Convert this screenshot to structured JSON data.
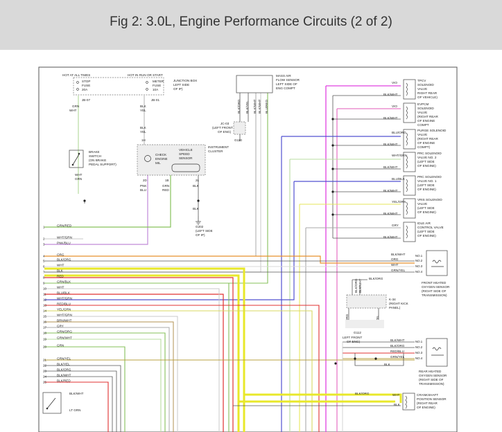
{
  "header": {
    "title": "Fig 2: 3.0L, Engine Performance Circuits (2 of 2)"
  },
  "colors": {
    "header_bg": "#d9d9d9",
    "frame": "#555555",
    "magenta": "#e040e0",
    "pink": "#e87ac8",
    "purple": "#5050d0",
    "green": "#86c05a",
    "yellow": "#e8e82a",
    "orange": "#e8902a",
    "red": "#e03030",
    "gray": "#aaaaaa",
    "dark_gray": "#555555",
    "light_green": "#b8dca0"
  },
  "top_left": {
    "hot_at_all_times": "HOT AT ALL TIMES",
    "stop_fuse": [
      "STOP",
      "FUSE",
      "20A"
    ],
    "hot_in_run": "HOT IN RUN OR START",
    "meter_fuse": [
      "METER",
      "FUSE",
      "10A"
    ],
    "joint_box": [
      "JUNCTION BOX",
      "LEFT SIDE",
      "OF IP)"
    ],
    "grn_wht": [
      "GRN",
      "WHT"
    ],
    "jb07": "JB-07",
    "blk_yel": [
      "BLK",
      "YEL"
    ],
    "jb01": "JB-01",
    "blk_yel2": [
      "BLK",
      "YEL"
    ],
    "pin_1h": "1H",
    "brake_switch": [
      "BRAKE",
      "SWITCH",
      "(ON BRAKE",
      "PEDAL SUPPORT)"
    ],
    "wht_grn": [
      "WHT",
      "GRN"
    ],
    "check_engine": [
      "CHECK",
      "ENGINE",
      "MIL"
    ],
    "vehicle_speed": [
      "VEHICLE",
      "SPEED",
      "SENSOR"
    ],
    "instrument_cluster": [
      "INSTRUMENT",
      "CLUSTER"
    ],
    "pins_bottom": [
      "2D",
      "1B",
      "2L"
    ],
    "pnk_blu": [
      "PNK",
      "BLU"
    ],
    "grn_red": [
      "GRN",
      "RED"
    ],
    "blk": [
      "BLK"
    ],
    "blk2": "BLK",
    "g202": [
      "G202",
      "(LEFT SIDE",
      "OF IP)"
    ]
  },
  "maf": {
    "label": [
      "MASS AIR",
      "FLOW SENSOR",
      "LEFT SIDE OF",
      "ENG COMPT"
    ],
    "wires": [
      "BLK/ORG",
      "BLK/YEL",
      "BLK/WHT",
      "BLK/WHT",
      "BLU/RED"
    ],
    "jc03": [
      "JC-03",
      "(LEFT FRONT",
      "OF ENG)"
    ],
    "g110": "G110"
  },
  "right_components": [
    {
      "wires": [
        "VIO",
        "BLK/WHT"
      ],
      "label": [
        "TPCV",
        "SOLENOID",
        "VALVE",
        "RIGHT REAR",
        "OF VEHICLE)"
      ]
    },
    {
      "wires": [
        "VIO",
        "BLK/WHT"
      ],
      "label": [
        "EVPCM",
        "SOLENOID",
        "VALVE",
        "(RIGHT REAR",
        "OF ENGINE",
        "COMPT"
      ]
    },
    {
      "wires": [
        "BLU/ORG",
        "BLK/WHT"
      ],
      "label": [
        "PURGE SOLENOID",
        "VALVE",
        "(RIGHT REAR",
        "OF ENGINE",
        "COMPT)"
      ]
    },
    {
      "wires": [
        "WHT/GRN",
        "BLK/WHT"
      ],
      "label": [
        "PRC SOLENOID",
        "VALVE NO. 2",
        "(LEFT SIDE",
        "OF ENGINE)"
      ]
    },
    {
      "wires": [
        "BLU/BLK",
        "BLK/WHT"
      ],
      "label": [
        "PRC SOLENOID",
        "VALVE NO. 1",
        "(LEFT SIDE",
        "OF ENGINE)"
      ]
    },
    {
      "wires": [
        "YEL/GRN",
        "BLK/WHT"
      ],
      "label": [
        "VRIS SOLENOID",
        "VALVE",
        "(LEFT SIDE",
        "OF ENGINE)"
      ]
    },
    {
      "wires": [
        "GRY",
        "BLK/WHT"
      ],
      "label": [
        "IDLE AIR",
        "CONTROL VALVE",
        "(LEFT SIDE",
        "OF ENGINE)"
      ]
    }
  ],
  "front_o2": {
    "wires": [
      "BLK/WHT",
      "ORG",
      "WHT",
      "GRN/YEL"
    ],
    "pins": [
      "NO.1",
      "NO.2",
      "NO.3",
      "NO.4"
    ],
    "label": [
      "FRONT HEATED",
      "OXYGEN SENSOR",
      "(RIGHT SIDE OF",
      "TRANSMISSION)"
    ]
  },
  "k34": {
    "wires": [
      "BLK/ORG",
      "BLK/ORG",
      "BLK/WHT"
    ],
    "label": [
      "K-34",
      "(RIGHT KICK",
      "PANEL)"
    ],
    "g112_wires": [
      "BLK/ORG",
      "BLK/YEL"
    ],
    "g112": [
      "G112",
      "LEFT FRONT",
      "OF ENG)"
    ]
  },
  "rear_o2": {
    "wires": [
      "BLK/WHT",
      "BLK/ORG",
      "RED/BLU",
      "GRN/YEL"
    ],
    "pins": [
      "NO.1",
      "NO.2",
      "NO.3",
      "NO.4"
    ],
    "blk": "BLK",
    "label": [
      "REAR HEATED",
      "OXYGEN SENSOR",
      "(RIGHT SIDE OF",
      "TRANSMISSION)"
    ]
  },
  "crank": {
    "wires": [
      "BLK/ORG",
      "WHT",
      "BLK"
    ],
    "label": [
      "CRANKSHAFT",
      "POSITION SENSOR",
      "(RIGHT REAR",
      "OF ENGINE)"
    ]
  },
  "left_pins": [
    {
      "n": "1",
      "label": "GRN/RED"
    },
    {
      "n": "2",
      "label": "WHT/GRN"
    },
    {
      "n": "3",
      "label": "PNK/BLU"
    },
    {
      "n": "4",
      "label": "ORG"
    },
    {
      "n": "5",
      "label": "BLK/ORG"
    },
    {
      "n": "6",
      "label": "WHT"
    },
    {
      "n": "7",
      "label": "BLK"
    },
    {
      "n": "8",
      "label": "RED"
    },
    {
      "n": "9",
      "label": "GRN/BLK"
    },
    {
      "n": "10",
      "label": "WHT"
    },
    {
      "n": "11",
      "label": "BLU/BLK"
    },
    {
      "n": "12",
      "label": "WHT/GRN"
    },
    {
      "n": "13",
      "label": "RED/BLU"
    },
    {
      "n": "14",
      "label": "YEL/GRN"
    },
    {
      "n": "15",
      "label": "WHT/GRN"
    },
    {
      "n": "16",
      "label": "BRN/WHT"
    },
    {
      "n": "17",
      "label": "GRY"
    },
    {
      "n": "18",
      "label": "GRN/ORG"
    },
    {
      "n": "19",
      "label": "GRN/WHT"
    },
    {
      "n": "20",
      "label": "GRN"
    },
    {
      "n": "21",
      "label": "GRN/YEL"
    },
    {
      "n": "22",
      "label": "BLK/YEL"
    },
    {
      "n": "23",
      "label": "BLK/ORG"
    },
    {
      "n": "24",
      "label": "BLK/WHT"
    },
    {
      "n": "25",
      "label": "BLK/RED"
    }
  ],
  "bottom_left": {
    "wires": [
      "BLK/WHT",
      "LT GRN"
    ]
  }
}
